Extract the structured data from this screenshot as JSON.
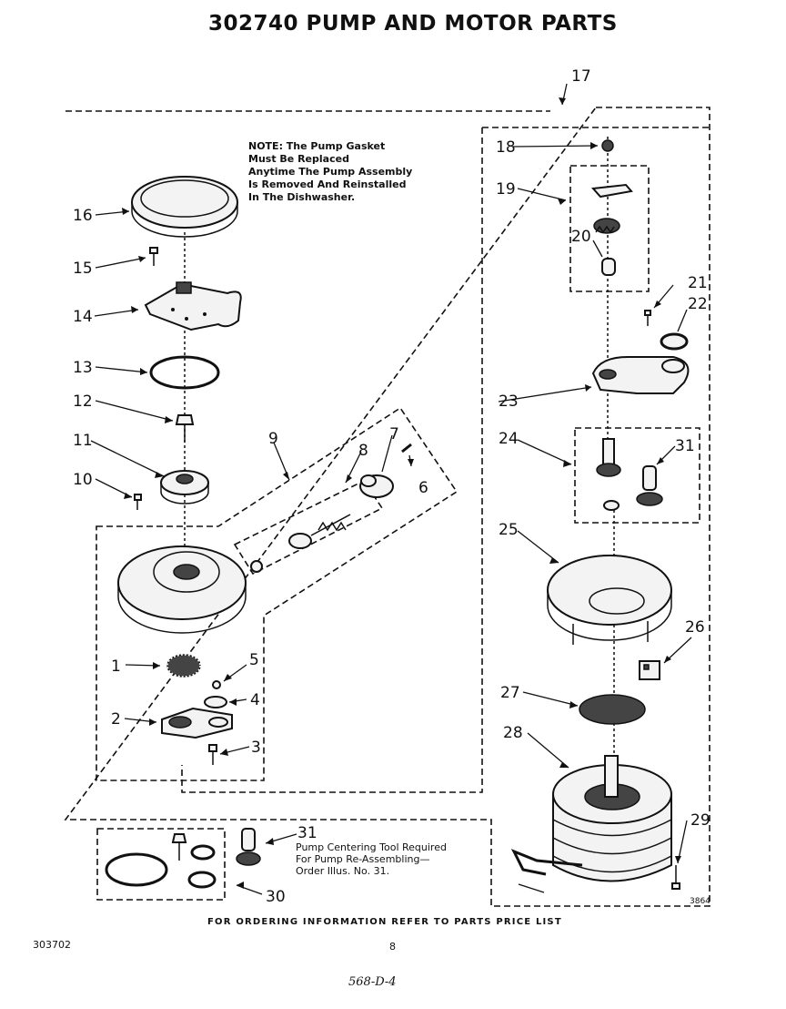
{
  "title": "302740 PUMP AND MOTOR PARTS",
  "note": [
    "NOTE: The Pump Gasket",
    "Must Be Replaced",
    "Anytime The Pump Assembly",
    "Is Removed And Reinstalled",
    "In The Dishwasher."
  ],
  "callouts": {
    "c1": "1",
    "c2": "2",
    "c3": "3",
    "c4": "4",
    "c5": "5",
    "c6": "6",
    "c7": "7",
    "c8": "8",
    "c9": "9",
    "c10": "10",
    "c11": "11",
    "c12": "12",
    "c13": "13",
    "c14": "14",
    "c15": "15",
    "c16": "16",
    "c17": "17",
    "c18": "18",
    "c19": "19",
    "c20": "20",
    "c21": "21",
    "c22": "22",
    "c23": "23",
    "c24": "24",
    "c25": "25",
    "c26": "26",
    "c27": "27",
    "c28": "28",
    "c29": "29",
    "c30": "30",
    "c31a": "31",
    "c31b": "31"
  },
  "tool_note": [
    "Pump Centering Tool Required",
    "For Pump Re-Assembling—",
    "Order Illus. No. 31."
  ],
  "diagram_code": "3864",
  "footer": "FOR ORDERING INFORMATION REFER TO PARTS PRICE LIST",
  "doc_number": "303702",
  "page_number": "8",
  "handwritten": "568-D-4"
}
